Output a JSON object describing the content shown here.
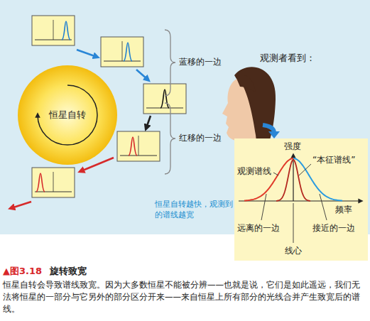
{
  "diagram": {
    "title": "旋转致宽",
    "caption": "恒星自转会导致谱线致宽。因为大多数恒星不能被分辨——也就是说，它们是如此遥远，我们无法将恒星的一部分与它另外的部分区分开来——来自恒星上所有部分的光线合并产生致宽后的谱线。",
    "nodes": [
      {
        "text": [
          "恒星自转"
        ]
      },
      {
        "text": [
          "强度",
          "频率",
          "观测谱线",
          "“本征谱线”",
          "远离的一边",
          "线心",
          "接近的一边"
        ]
      }
    ],
    "labels": [
      "蓝移的一边",
      "观测者看到：",
      "红移的一边",
      "恒星自转越快，观测到的谱线越宽",
      "▲图3.18"
    ]
  }
}
